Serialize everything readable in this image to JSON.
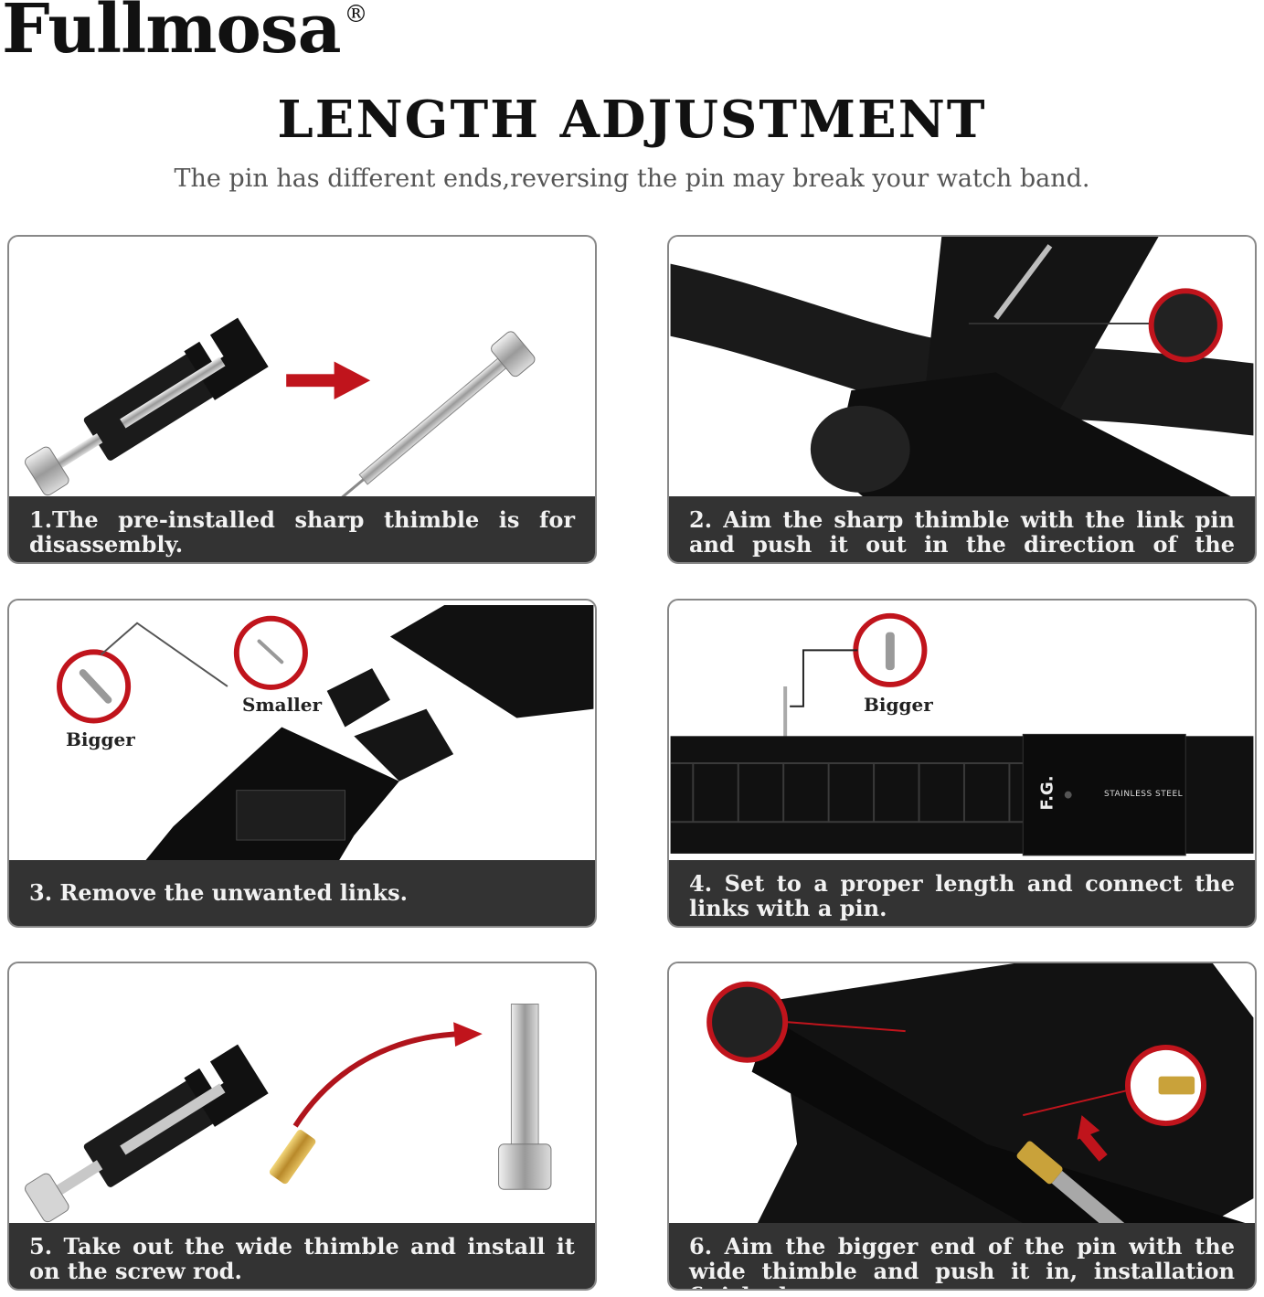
{
  "brand": {
    "name": "Fullmosa",
    "mark": "®"
  },
  "header": {
    "title": "LENGTH ADJUSTMENT",
    "subtitle": "The pin has different ends,reversing the pin may break your watch band."
  },
  "steps": [
    {
      "caption": "1.The pre-installed sharp thimble is for disassembly."
    },
    {
      "caption": "2. Aim the sharp thimble with the link pin and push it out in the direction of the arrow."
    },
    {
      "caption": "3. Remove the unwanted links.",
      "labels": {
        "bigger": "Bigger",
        "smaller": "Smaller"
      }
    },
    {
      "caption": "4. Set to a proper length and connect the links with a pin.",
      "labels": {
        "bigger": "Bigger",
        "engraving": "F.G.",
        "clasp_text": "STAINLESS STEEL"
      }
    },
    {
      "caption": "5. Take out the wide thimble and install it on the screw rod."
    },
    {
      "caption": "6. Aim the bigger end of the pin with the wide thimble and push it in, installation finished."
    }
  ],
  "colors": {
    "accent_red": "#c0141c",
    "caption_bg": "#333333",
    "band_black": "#151515",
    "steel": "#b8b8b8",
    "brass": "#c9a23a"
  }
}
